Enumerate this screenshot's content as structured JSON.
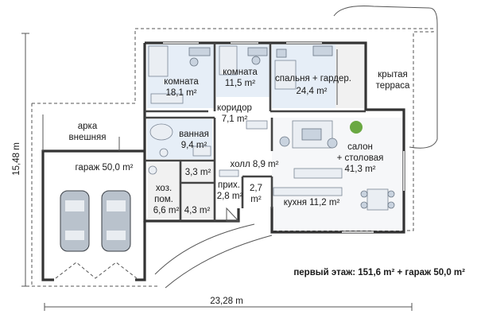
{
  "rooms": {
    "room1": {
      "name": "комната",
      "area": "18,1 m²"
    },
    "room2": {
      "name": "комната",
      "area": "11,5 m²"
    },
    "bedroom": {
      "name": "спальня + гардер.",
      "area": "24,4 m²"
    },
    "terrace": {
      "line1": "крытая",
      "line2": "терраса"
    },
    "corridor": {
      "name": "коридор",
      "area": "7,1 m²"
    },
    "arch": {
      "line1": "арка",
      "line2": "внешняя"
    },
    "bath": {
      "name": "ванная",
      "area": "9,4 m²"
    },
    "salon": {
      "line1": "салон",
      "line2": "+ столовая",
      "area": "41,3 m²"
    },
    "garage": {
      "label": "гараж 50,0 m²"
    },
    "hall": {
      "label": "холл 8,9 m²"
    },
    "small1": {
      "area": "3,3 m²"
    },
    "utility": {
      "line1": "хоз.",
      "line2": "пом.",
      "area": "6,6 m²"
    },
    "small2": {
      "area": "4,3 m²"
    },
    "entry": {
      "name": "прих.",
      "area": "2,8 m²"
    },
    "small3": {
      "line1": "2,7",
      "line2": "m²"
    },
    "kitchen": {
      "label": "кухня 11,2 m²"
    }
  },
  "dimensions": {
    "width": "23,28 m",
    "height": "15,48 m"
  },
  "summary": "первый этаж: 151,6 m² + гараж 50,0 m²"
}
